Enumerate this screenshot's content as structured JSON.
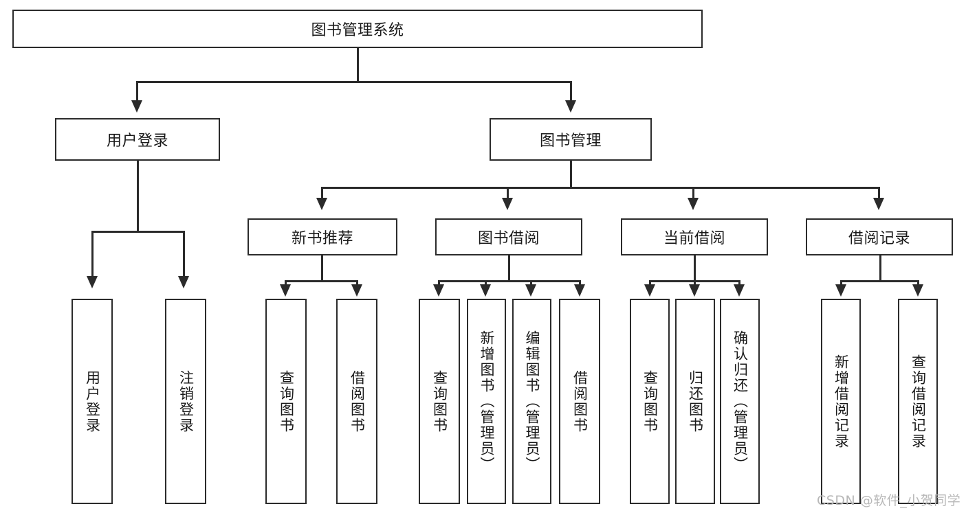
{
  "diagram": {
    "title": "图书管理系统",
    "type": "hierarchy-tree",
    "root": {
      "label": "图书管理系统"
    },
    "level2": [
      {
        "label": "用户登录"
      },
      {
        "label": "图书管理"
      }
    ],
    "level3": [
      {
        "label": "新书推荐",
        "parent": "图书管理"
      },
      {
        "label": "图书借阅",
        "parent": "图书管理"
      },
      {
        "label": "当前借阅",
        "parent": "图书管理"
      },
      {
        "label": "借阅记录",
        "parent": "图书管理"
      }
    ],
    "leaves": {
      "user_login": [
        {
          "label": "用户登录"
        },
        {
          "label": "注销登录"
        }
      ],
      "new_book_recommend": [
        {
          "label": "查询图书"
        },
        {
          "label": "借阅图书"
        }
      ],
      "book_borrow": [
        {
          "label": "查询图书"
        },
        {
          "label": "新增图书（管理员）"
        },
        {
          "label": "编辑图书（管理员）"
        },
        {
          "label": "借阅图书"
        }
      ],
      "current_borrow": [
        {
          "label": "查询图书"
        },
        {
          "label": "归还图书"
        },
        {
          "label": "确认归还（管理员）"
        }
      ],
      "borrow_record": [
        {
          "label": "新增借阅记录"
        },
        {
          "label": "查询借阅记录"
        }
      ]
    }
  },
  "watermark": {
    "text": "CSDN @软件_小贺同学"
  },
  "colors": {
    "stroke": "#2b2b2b",
    "background": "#ffffff",
    "text": "#1a1a1a",
    "watermark": "#b8b8b8"
  }
}
